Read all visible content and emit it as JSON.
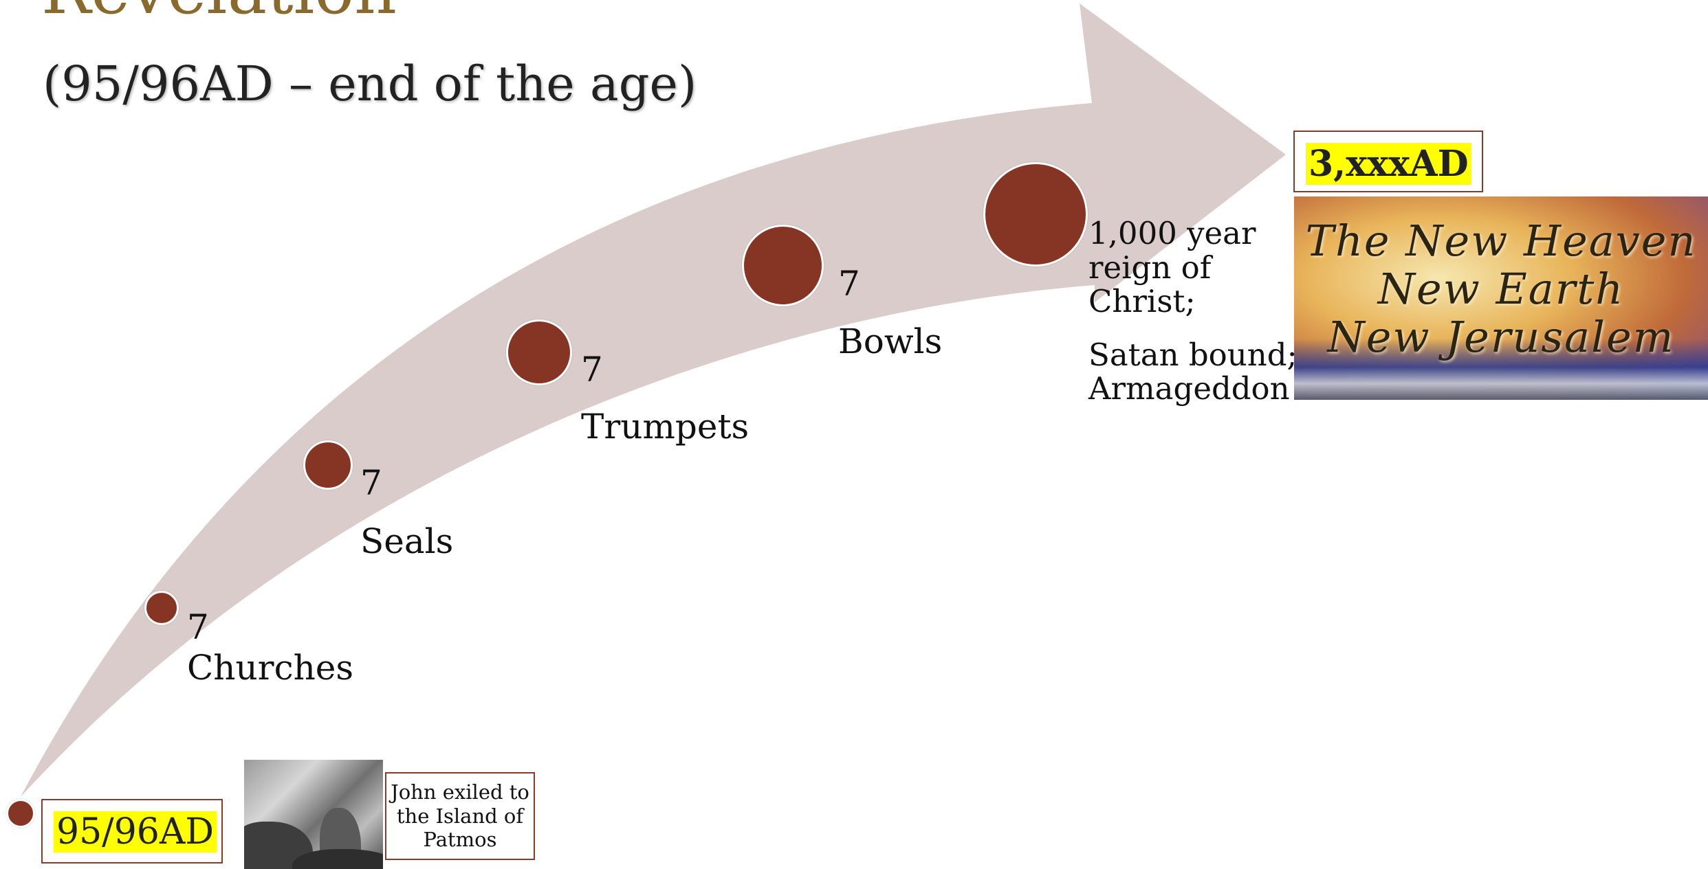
{
  "header": {
    "title": "Revelation",
    "subtitle": "(95/96AD – end of the age)"
  },
  "colors": {
    "arrow": "#d9cccb",
    "circle": "#863525",
    "title": "#8a6a2c",
    "highlight": "#ffff00",
    "box_border": "#8a3a2c"
  },
  "timeline": {
    "start_date": "95/96AD",
    "end_date": "3,xxxAD",
    "milestones": [
      {
        "number": "7",
        "name": "Churches"
      },
      {
        "number": "7",
        "name": "Seals"
      },
      {
        "number": "7",
        "name": "Trumpets"
      },
      {
        "number": "7",
        "name": "Bowls"
      }
    ],
    "final_event": {
      "line1": "1,000 year",
      "line2": "reign of",
      "line3": "Christ;",
      "line4": "Satan bound;",
      "line5": "Armageddon"
    }
  },
  "john": {
    "caption": "John exiled to the Island of Patmos",
    "image_icon": "engraving-image"
  },
  "new_heaven": {
    "image_icon": "new-heaven-image",
    "lines": [
      "The New Heaven",
      "New Earth",
      "New Jerusalem"
    ]
  }
}
